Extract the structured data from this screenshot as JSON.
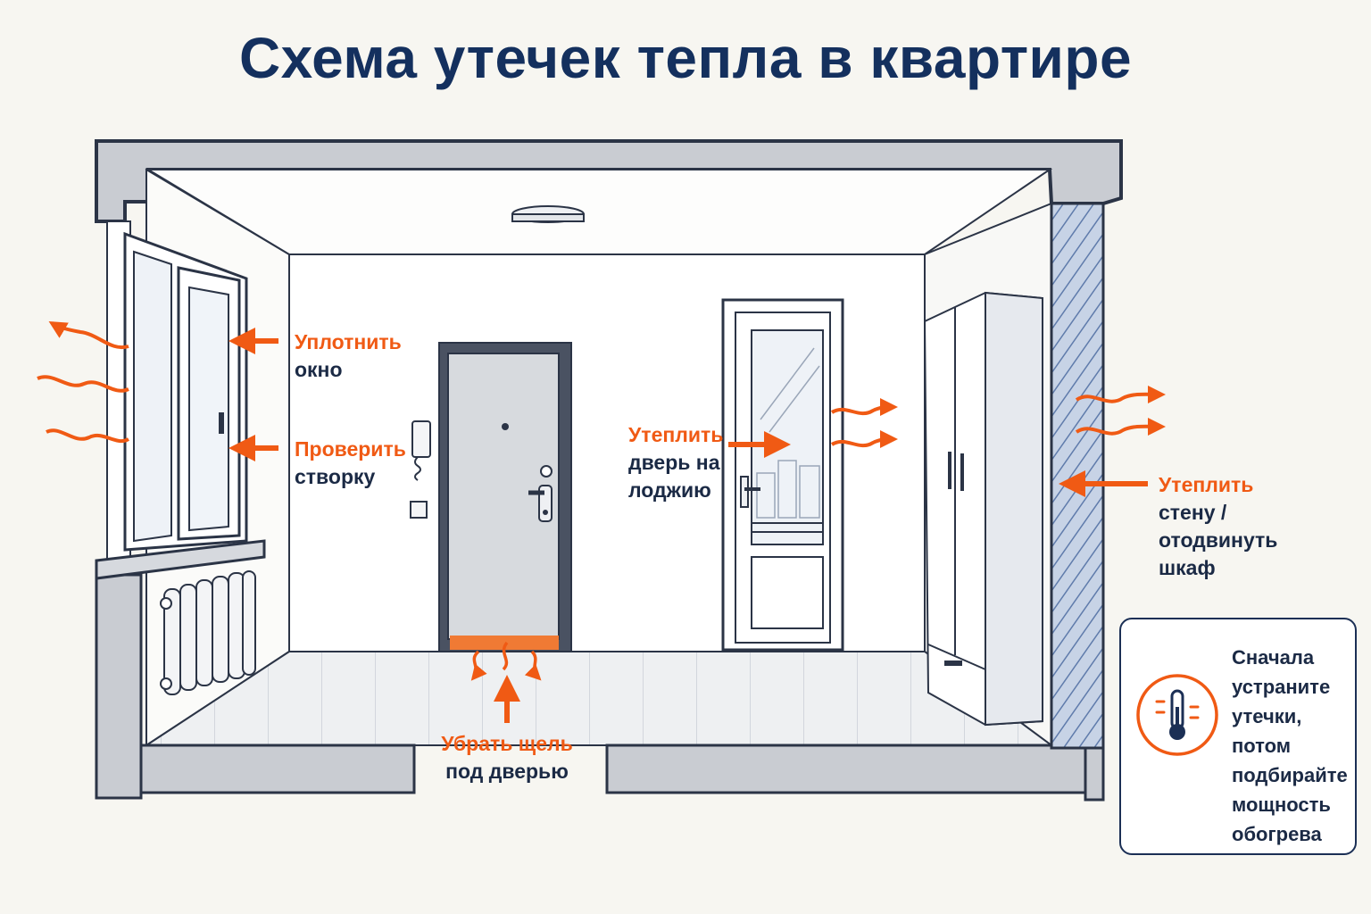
{
  "title": "Схема утечек тепла в квартире",
  "colors": {
    "accent": "#f05a14",
    "navy": "#14305e",
    "wall": "#c9ccd2",
    "floor": "#eef0f2"
  },
  "labels": {
    "seal_window": {
      "line1": "Уплотнить",
      "line2": "окно"
    },
    "check_sash": {
      "line1": "Проверить",
      "line2": "створку"
    },
    "insulate_loggia": {
      "line1": "Утеплить",
      "line2": "дверь на",
      "line3": "лоджию"
    },
    "insulate_wall": {
      "line1": "Утеплить",
      "line2": "стену /",
      "line3": "отодвинуть",
      "line4": "шкаф"
    },
    "door_gap": {
      "line1": "Убрать щель",
      "line2": "под дверью"
    }
  },
  "tip": {
    "icon": "thermometer-icon",
    "lines": [
      "Сначала",
      "устраните",
      "утечки,",
      "потом",
      "подбирайте",
      "мощность",
      "обогрева"
    ]
  }
}
